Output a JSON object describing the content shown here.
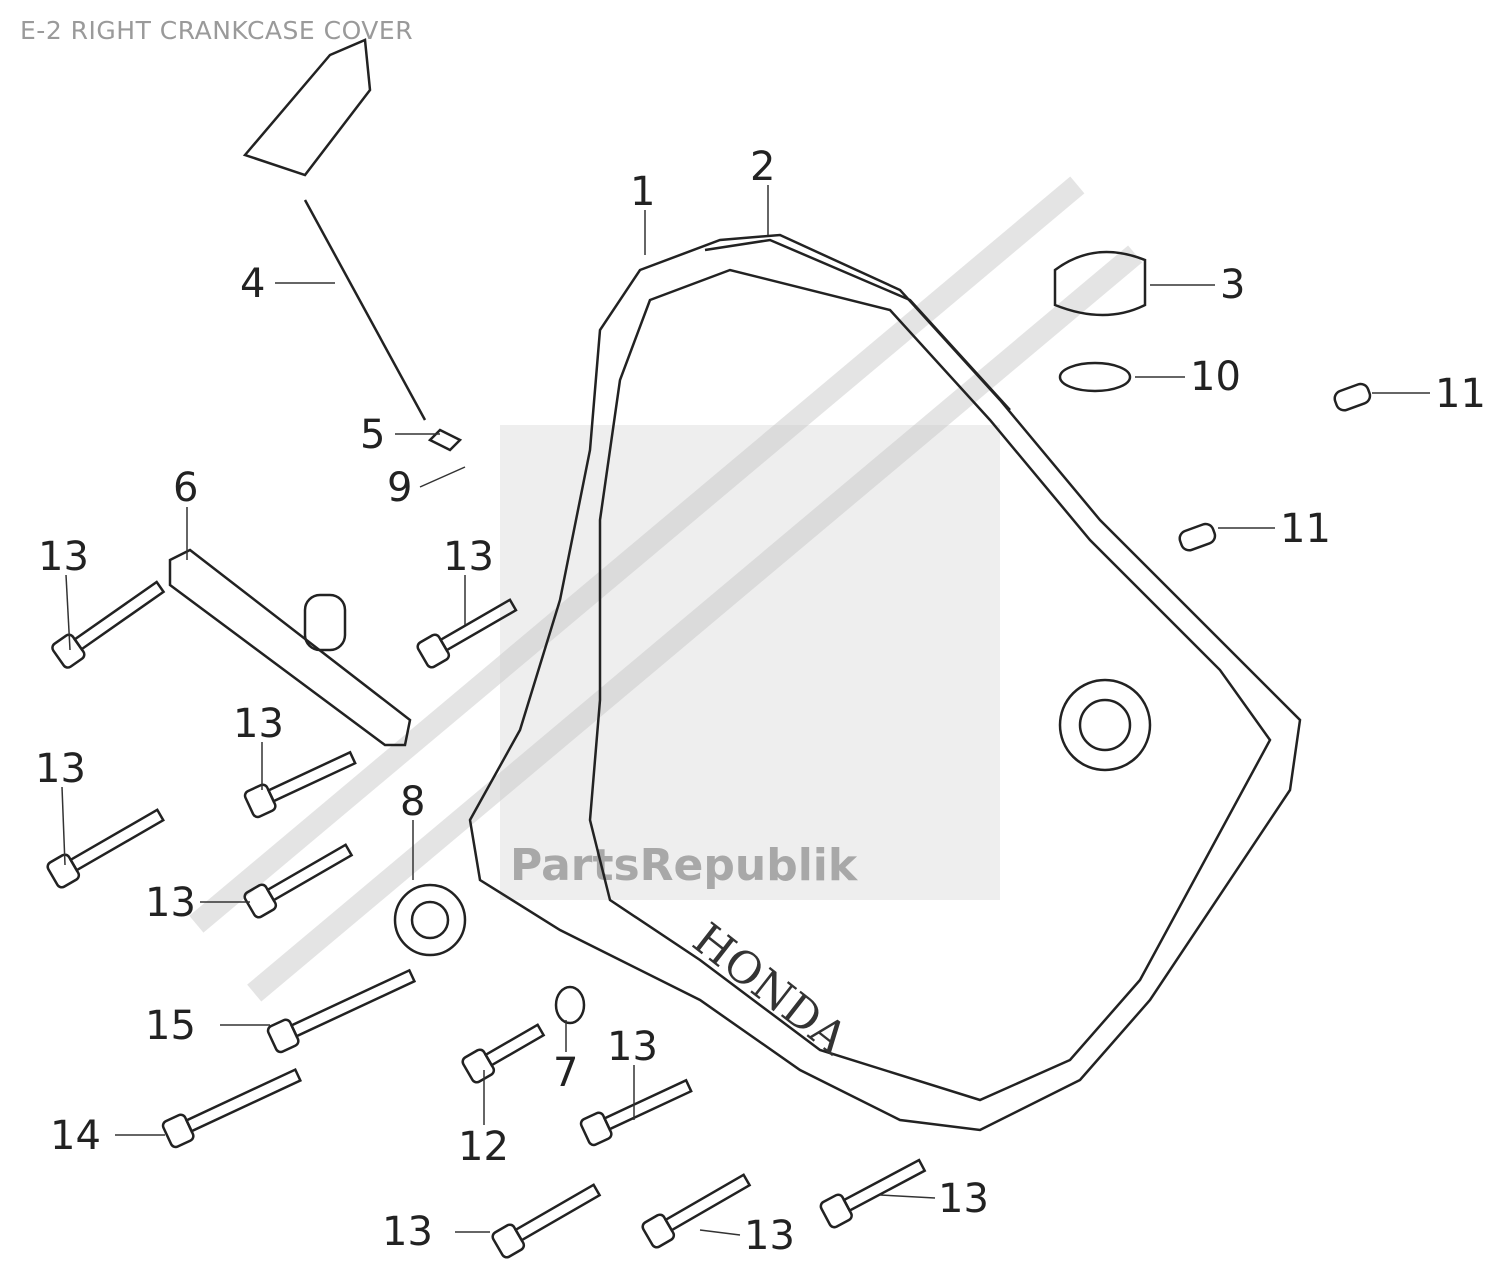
{
  "title": "E-2 RIGHT CRANKCASE COVER",
  "callouts": [
    "1",
    "2",
    "3",
    "10",
    "11",
    "11",
    "4",
    "5",
    "9",
    "6",
    "13",
    "13",
    "13",
    "13",
    "8",
    "13",
    "15",
    "7",
    "13",
    "12",
    "14",
    "13",
    "13",
    "13"
  ],
  "cover_lettering": "HONDA",
  "watermark": {
    "text": "PartsRepublik",
    "color": "#bdbdbd"
  }
}
